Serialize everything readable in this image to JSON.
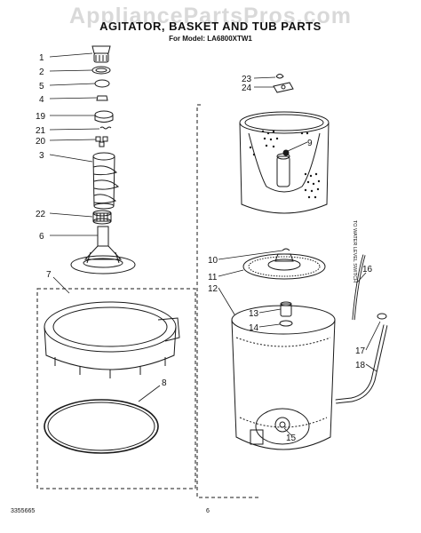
{
  "watermark": "AppliancePartsPros.com",
  "header": {
    "title": "AGITATOR, BASKET AND TUB PARTS",
    "subtitle": "For Model: LA6800XTW1"
  },
  "side_note": "TO WATER LEVEL SWITCH",
  "footer": {
    "doc_number": "3355665",
    "page_number": "6"
  },
  "callouts": [
    "1",
    "2",
    "5",
    "4",
    "19",
    "21",
    "20",
    "3",
    "22",
    "6",
    "7",
    "8",
    "23",
    "24",
    "9",
    "10",
    "11",
    "12",
    "13",
    "14",
    "16",
    "17",
    "18",
    "15"
  ]
}
